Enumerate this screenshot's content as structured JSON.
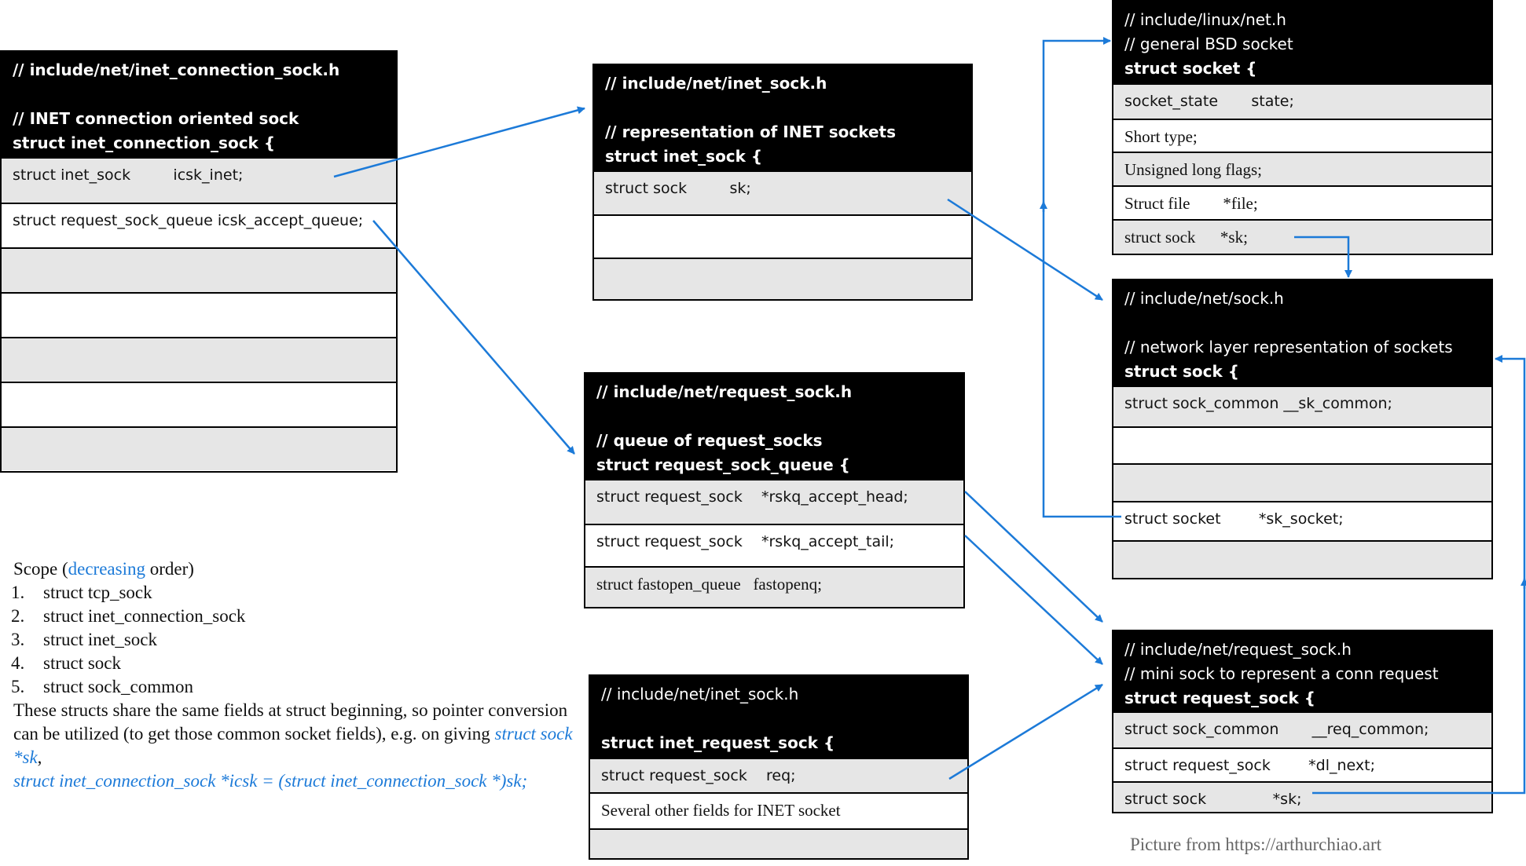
{
  "boxes": [
    {
      "id": "inet-connection-sock",
      "header": [
        {
          "text": "// include/net/inet_connection_sock.h",
          "bold": true
        },
        {
          "text": "",
          "bold": true
        },
        {
          "text": "// INET connection oriented sock",
          "bold": true
        },
        {
          "text": "struct inet_connection_sock {",
          "bold": true
        }
      ],
      "fields": [
        {
          "text": "struct inet_sock         icsk_inet;",
          "font": "sans"
        },
        {
          "text": "struct request_sock_queue icsk_accept_queue;",
          "font": "sans"
        },
        {
          "text": "",
          "font": "sans"
        },
        {
          "text": "",
          "font": "sans"
        },
        {
          "text": "",
          "font": "sans"
        },
        {
          "text": "",
          "font": "sans"
        },
        {
          "text": "",
          "font": "sans"
        }
      ]
    },
    {
      "id": "inet-sock",
      "header": [
        {
          "text": "// include/net/inet_sock.h",
          "bold": true
        },
        {
          "text": "",
          "bold": true
        },
        {
          "text": "// representation of INET sockets",
          "bold": true
        },
        {
          "text": "struct inet_sock {",
          "bold": true
        }
      ],
      "fields": [
        {
          "text": "struct sock         sk;",
          "font": "sans"
        },
        {
          "text": "",
          "font": "sans"
        },
        {
          "text": "",
          "font": "sans"
        }
      ]
    },
    {
      "id": "request-sock-queue",
      "header": [
        {
          "text": "// include/net/request_sock.h",
          "bold": true
        },
        {
          "text": "",
          "bold": true
        },
        {
          "text": "// queue of request_socks",
          "bold": true
        },
        {
          "text": "struct request_sock_queue {",
          "bold": true
        }
      ],
      "fields": [
        {
          "text": "struct request_sock    *rskq_accept_head;",
          "font": "sans"
        },
        {
          "text": "struct request_sock    *rskq_accept_tail;",
          "font": "sans"
        },
        {
          "text": "struct fastopen_queue   fastopenq;",
          "font": "serif"
        }
      ]
    },
    {
      "id": "inet-request-sock",
      "header": [
        {
          "text": "// include/net/inet_sock.h",
          "bold": false
        },
        {
          "text": "",
          "bold": false
        },
        {
          "text": "struct inet_request_sock {",
          "bold": true
        }
      ],
      "fields": [
        {
          "text": "struct request_sock    req;",
          "font": "sans"
        },
        {
          "text": "Several other fields for INET socket",
          "font": "serif"
        },
        {
          "text": "",
          "font": "sans"
        }
      ]
    },
    {
      "id": "socket",
      "header": [
        {
          "text": "// include/linux/net.h",
          "bold": false
        },
        {
          "text": "// general BSD socket",
          "bold": false
        },
        {
          "text": "struct socket {",
          "bold": true
        }
      ],
      "fields": [
        {
          "text": "socket_state       state;",
          "font": "sans"
        },
        {
          "text": "Short type;",
          "font": "serif"
        },
        {
          "text": "Unsigned long flags;",
          "font": "serif"
        },
        {
          "text": "Struct file        *file;",
          "font": "serif"
        },
        {
          "text": "struct sock      *sk;",
          "font": "serif"
        }
      ]
    },
    {
      "id": "sock",
      "header": [
        {
          "text": "// include/net/sock.h",
          "bold": false
        },
        {
          "text": "",
          "bold": false
        },
        {
          "text": "// network layer representation of sockets",
          "bold": false
        },
        {
          "text": "struct sock {",
          "bold": true
        }
      ],
      "fields": [
        {
          "text": "struct sock_common __sk_common;",
          "font": "sans"
        },
        {
          "text": "",
          "font": "sans"
        },
        {
          "text": "",
          "font": "sans"
        },
        {
          "text": "struct socket        *sk_socket;",
          "font": "sans"
        },
        {
          "text": "",
          "font": "sans"
        }
      ]
    },
    {
      "id": "request-sock",
      "header": [
        {
          "text": "// include/net/request_sock.h",
          "bold": false
        },
        {
          "text": "// mini sock to represent a conn request",
          "bold": false
        },
        {
          "text": "struct request_sock {",
          "bold": true
        }
      ],
      "fields": [
        {
          "text": "struct sock_common       __req_common;",
          "font": "sans"
        },
        {
          "text": "struct request_sock        *dl_next;",
          "font": "sans"
        },
        {
          "text": "struct sock              *sk;",
          "font": "sans"
        }
      ]
    }
  ],
  "scope": {
    "title_prefix": "Scope (",
    "title_highlight": "decreasing",
    "title_suffix": " order)",
    "items": [
      "struct tcp_sock",
      "struct inet_connection_sock",
      "struct inet_sock",
      "struct sock",
      "struct sock_common"
    ],
    "paragraph": "These structs share the same fields at struct beginning, so pointer conversion can be utilized (to get those common socket fields), e.g. on giving ",
    "example_1": "struct sock *sk",
    "example_sep": ",",
    "example_2": "struct inet_connection_sock *icsk = (struct inet_connection_sock *)sk;"
  },
  "credit": "Picture from https://arthurchiao.art",
  "colors": {
    "arrow": "#1c7ad8",
    "header_bg": "#000000",
    "shade": "#e6e6e6"
  }
}
